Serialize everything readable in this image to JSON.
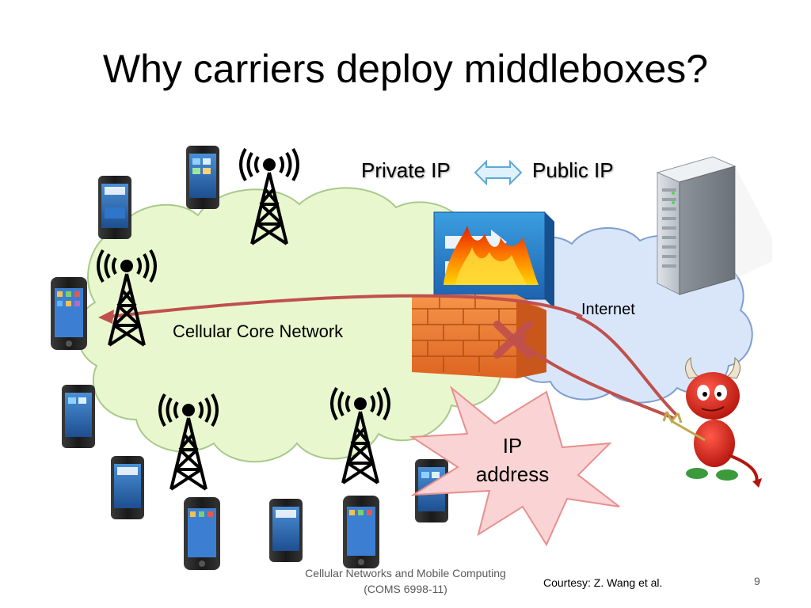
{
  "slide": {
    "title": "Why carriers deploy middleboxes?",
    "page_number": "9"
  },
  "diagram": {
    "private_ip_label": "Private IP",
    "public_ip_label": "Public IP",
    "cellular_label": "Cellular Core Network",
    "internet_label": "Internet",
    "burst_label": "IP address"
  },
  "footer": {
    "course_line1": "Cellular Networks and Mobile Computing",
    "course_line2": "(COMS 6998-11)",
    "courtesy": "Courtesy: Z. Wang et al."
  },
  "colors": {
    "cellular_cloud": "#e9f7cf",
    "cellular_cloud_border": "#a8c98a",
    "internet_cloud": "#d9e6fa",
    "internet_cloud_border": "#7f9fd0",
    "firewall_brick": "#f07a2c",
    "traffic_arrow": "#c0504d",
    "burst_fill": "#fad4d4"
  },
  "icons": [
    "smartphone-icon",
    "cell-tower-icon",
    "server-icon",
    "firewall-icon",
    "devil-attacker-icon",
    "blocked-x-icon",
    "bidirectional-arrow-icon"
  ]
}
